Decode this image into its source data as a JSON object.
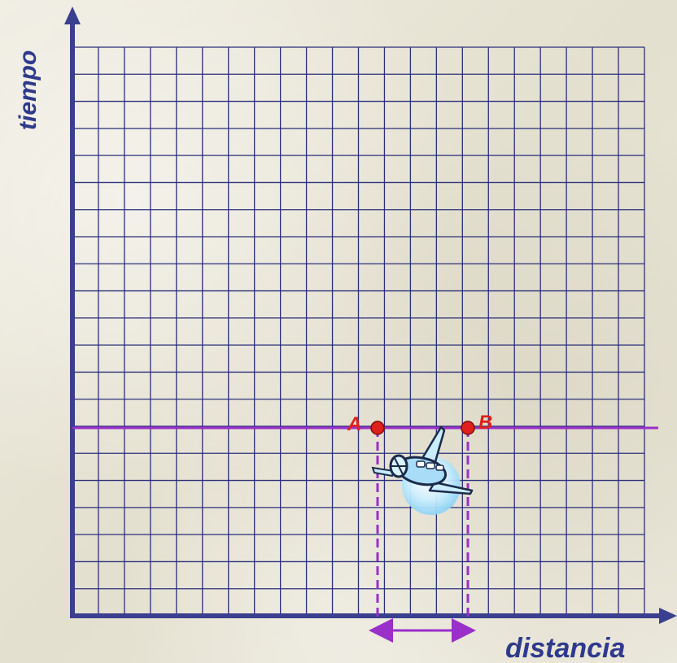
{
  "labels": {
    "y_axis": "tiempo",
    "x_axis": "distancia",
    "point_a": "A",
    "point_b": "B"
  },
  "colors": {
    "axis": "#3a3f8f",
    "grid": "#2b2f7a",
    "event_line": "#9a2fc9",
    "point": "#e0201a",
    "label": "#2e3a8c"
  },
  "grid": {
    "columns": 22,
    "rows": 21
  },
  "icons": {
    "airplane": "airplane-icon"
  }
}
